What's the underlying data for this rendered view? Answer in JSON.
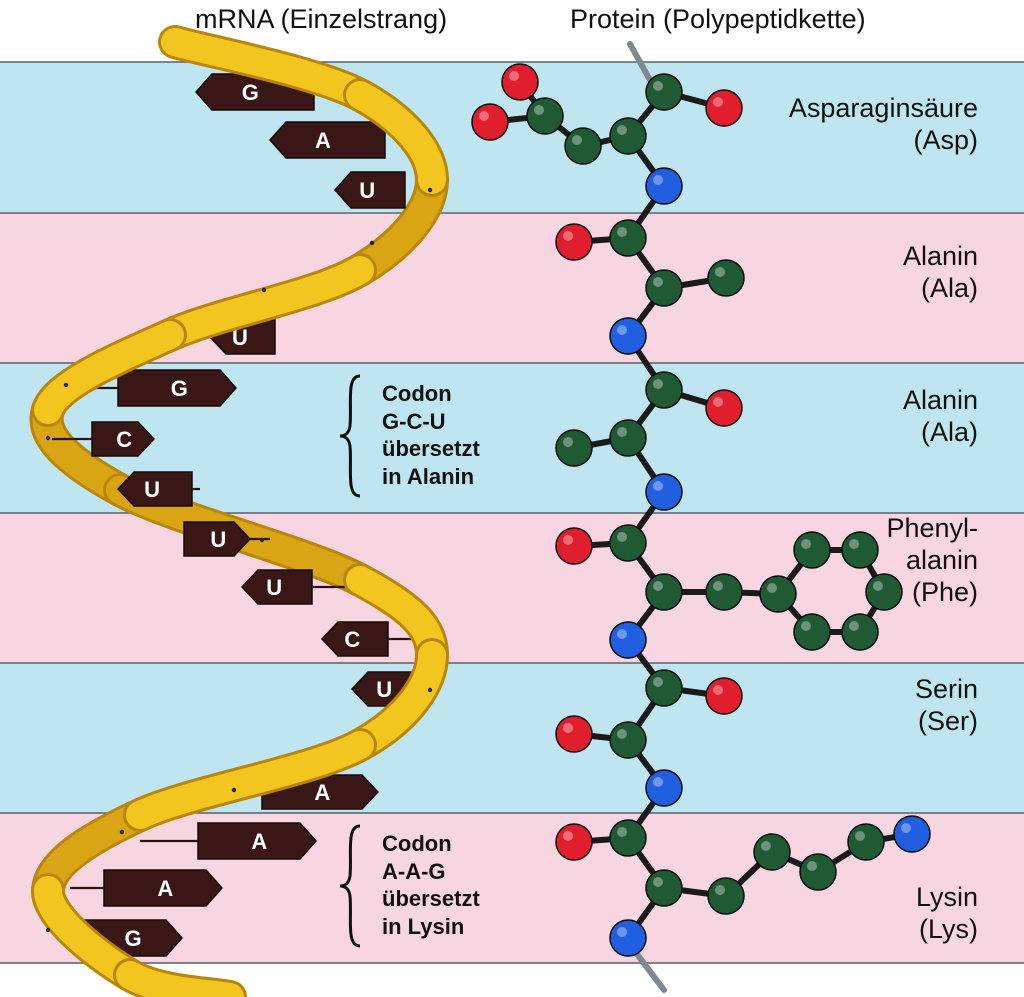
{
  "headings": {
    "mrna": "mRNA (Einzelstrang)",
    "protein": "Protein (Polypeptidkette)"
  },
  "colors": {
    "band_blue": "#bfe6f0",
    "band_pink": "#f7d6e2",
    "ribbon": "#f2c51f",
    "ribbon_dark": "#b8860b",
    "base": "#3a1717",
    "atom_carbon": "#1f5a35",
    "atom_oxygen": "#e01e2e",
    "atom_nitrogen": "#2060e0",
    "backbone": "#808890"
  },
  "bases": [
    {
      "letter": "G",
      "dir": "left"
    },
    {
      "letter": "A",
      "dir": "left"
    },
    {
      "letter": "U",
      "dir": "left"
    },
    {
      "letter": "U",
      "dir": "left"
    },
    {
      "letter": "G",
      "dir": "right"
    },
    {
      "letter": "C",
      "dir": "right"
    },
    {
      "letter": "U",
      "dir": "left"
    },
    {
      "letter": "U",
      "dir": "right"
    },
    {
      "letter": "U",
      "dir": "left"
    },
    {
      "letter": "C",
      "dir": "left"
    },
    {
      "letter": "U",
      "dir": "left"
    },
    {
      "letter": "A",
      "dir": "right"
    },
    {
      "letter": "A",
      "dir": "right"
    },
    {
      "letter": "A",
      "dir": "right"
    },
    {
      "letter": "G",
      "dir": "right"
    }
  ],
  "amino_acids": [
    {
      "name": "Asparaginsäure",
      "abbr": "(Asp)"
    },
    {
      "name": "Alanin",
      "abbr": "(Ala)"
    },
    {
      "name": "Alanin",
      "abbr": "(Ala)"
    },
    {
      "name": "Phenyl-",
      "name2": "alanin",
      "abbr": "(Phe)"
    },
    {
      "name": "Serin",
      "abbr": "(Ser)"
    },
    {
      "name": "Lysin",
      "abbr": "(Lys)"
    }
  ],
  "annotations": [
    {
      "line1": "Codon",
      "line2": "G-C-U",
      "line3": "übersetzt",
      "line4": "in Alanin"
    },
    {
      "line1": "Codon",
      "line2": "A-A-G",
      "line3": "übersetzt",
      "line4": "in Lysin"
    }
  ]
}
